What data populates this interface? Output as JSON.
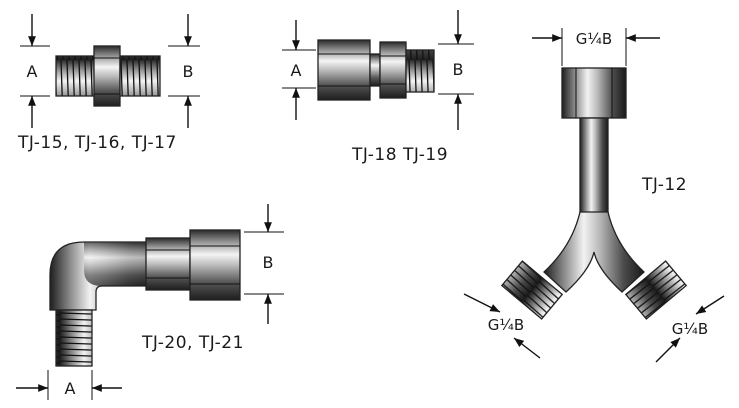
{
  "figures": [
    {
      "id": "tj15",
      "dims": [
        "A",
        "B"
      ],
      "caption": "TJ-15, TJ-16, TJ-17"
    },
    {
      "id": "tj18",
      "dims": [
        "A",
        "B"
      ],
      "caption": "TJ-18  TJ-19"
    },
    {
      "id": "tj20",
      "dims": [
        "B",
        "A"
      ],
      "caption": "TJ-20, TJ-21"
    },
    {
      "id": "tj12",
      "dims": [
        "G¼B",
        "G¼B",
        "G¼B"
      ],
      "caption": "TJ-12"
    }
  ]
}
